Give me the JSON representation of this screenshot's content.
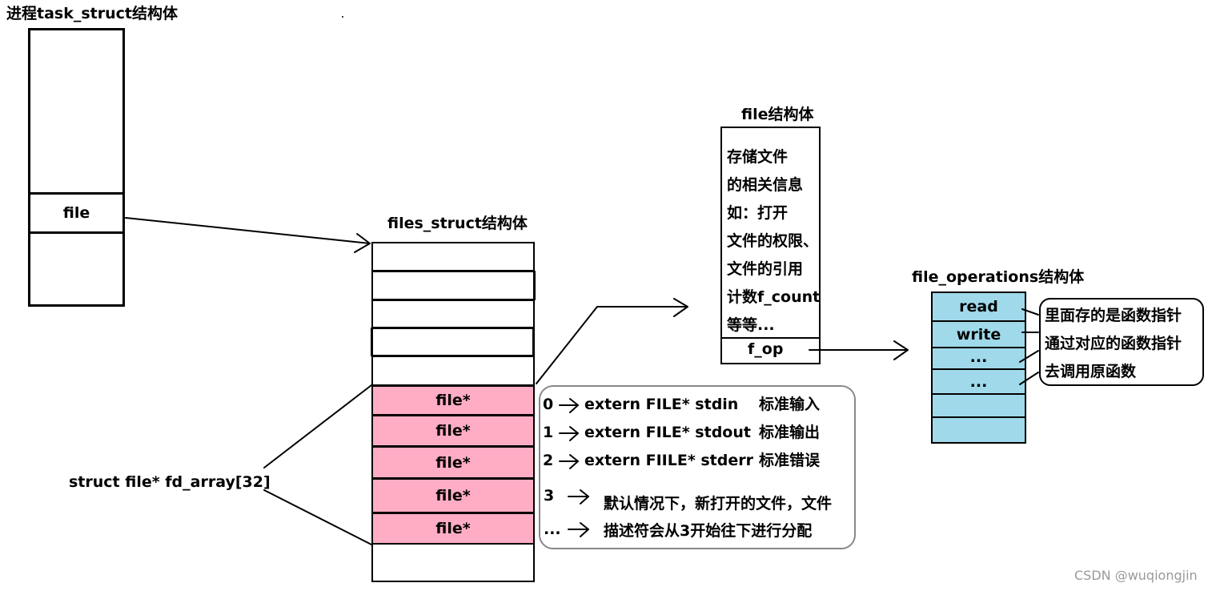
{
  "task_struct": {
    "title": "进程task_struct结构体",
    "file_label": "file"
  },
  "files_struct": {
    "title": "files_struct结构体",
    "pink_labels": [
      "file*",
      "file*",
      "file*",
      "file*",
      "file*"
    ]
  },
  "fd_array_label": "struct file* fd_array[32]",
  "fd_notes": {
    "rows": [
      {
        "idx": "0",
        "text": "extern FILE* stdin",
        "desc": "标准输入"
      },
      {
        "idx": "1",
        "text": "extern FILE* stdout",
        "desc": "标准输出"
      },
      {
        "idx": "2",
        "text": "extern FIILE* stderr",
        "desc": "标准错误"
      }
    ],
    "idx3": "3",
    "idx_more": "...",
    "line1": "默认情况下，新打开的文件，文件",
    "line2": "描述符会从3开始往下进行分配"
  },
  "file_struct": {
    "title": "file结构体",
    "lines": [
      "存储文件",
      "的相关信息",
      "如：打开",
      "文件的权限、",
      "文件的引用",
      "计数f_count",
      "等等..."
    ],
    "fop": "f_op"
  },
  "file_ops": {
    "title": "file_operations结构体",
    "cells": [
      "read",
      "write",
      "...",
      "...",
      "",
      ""
    ],
    "note": [
      "里面存的是函数指针",
      "通过对应的函数指针",
      "去调用原函数"
    ]
  },
  "watermark": "CSDN @wuqiongjin"
}
